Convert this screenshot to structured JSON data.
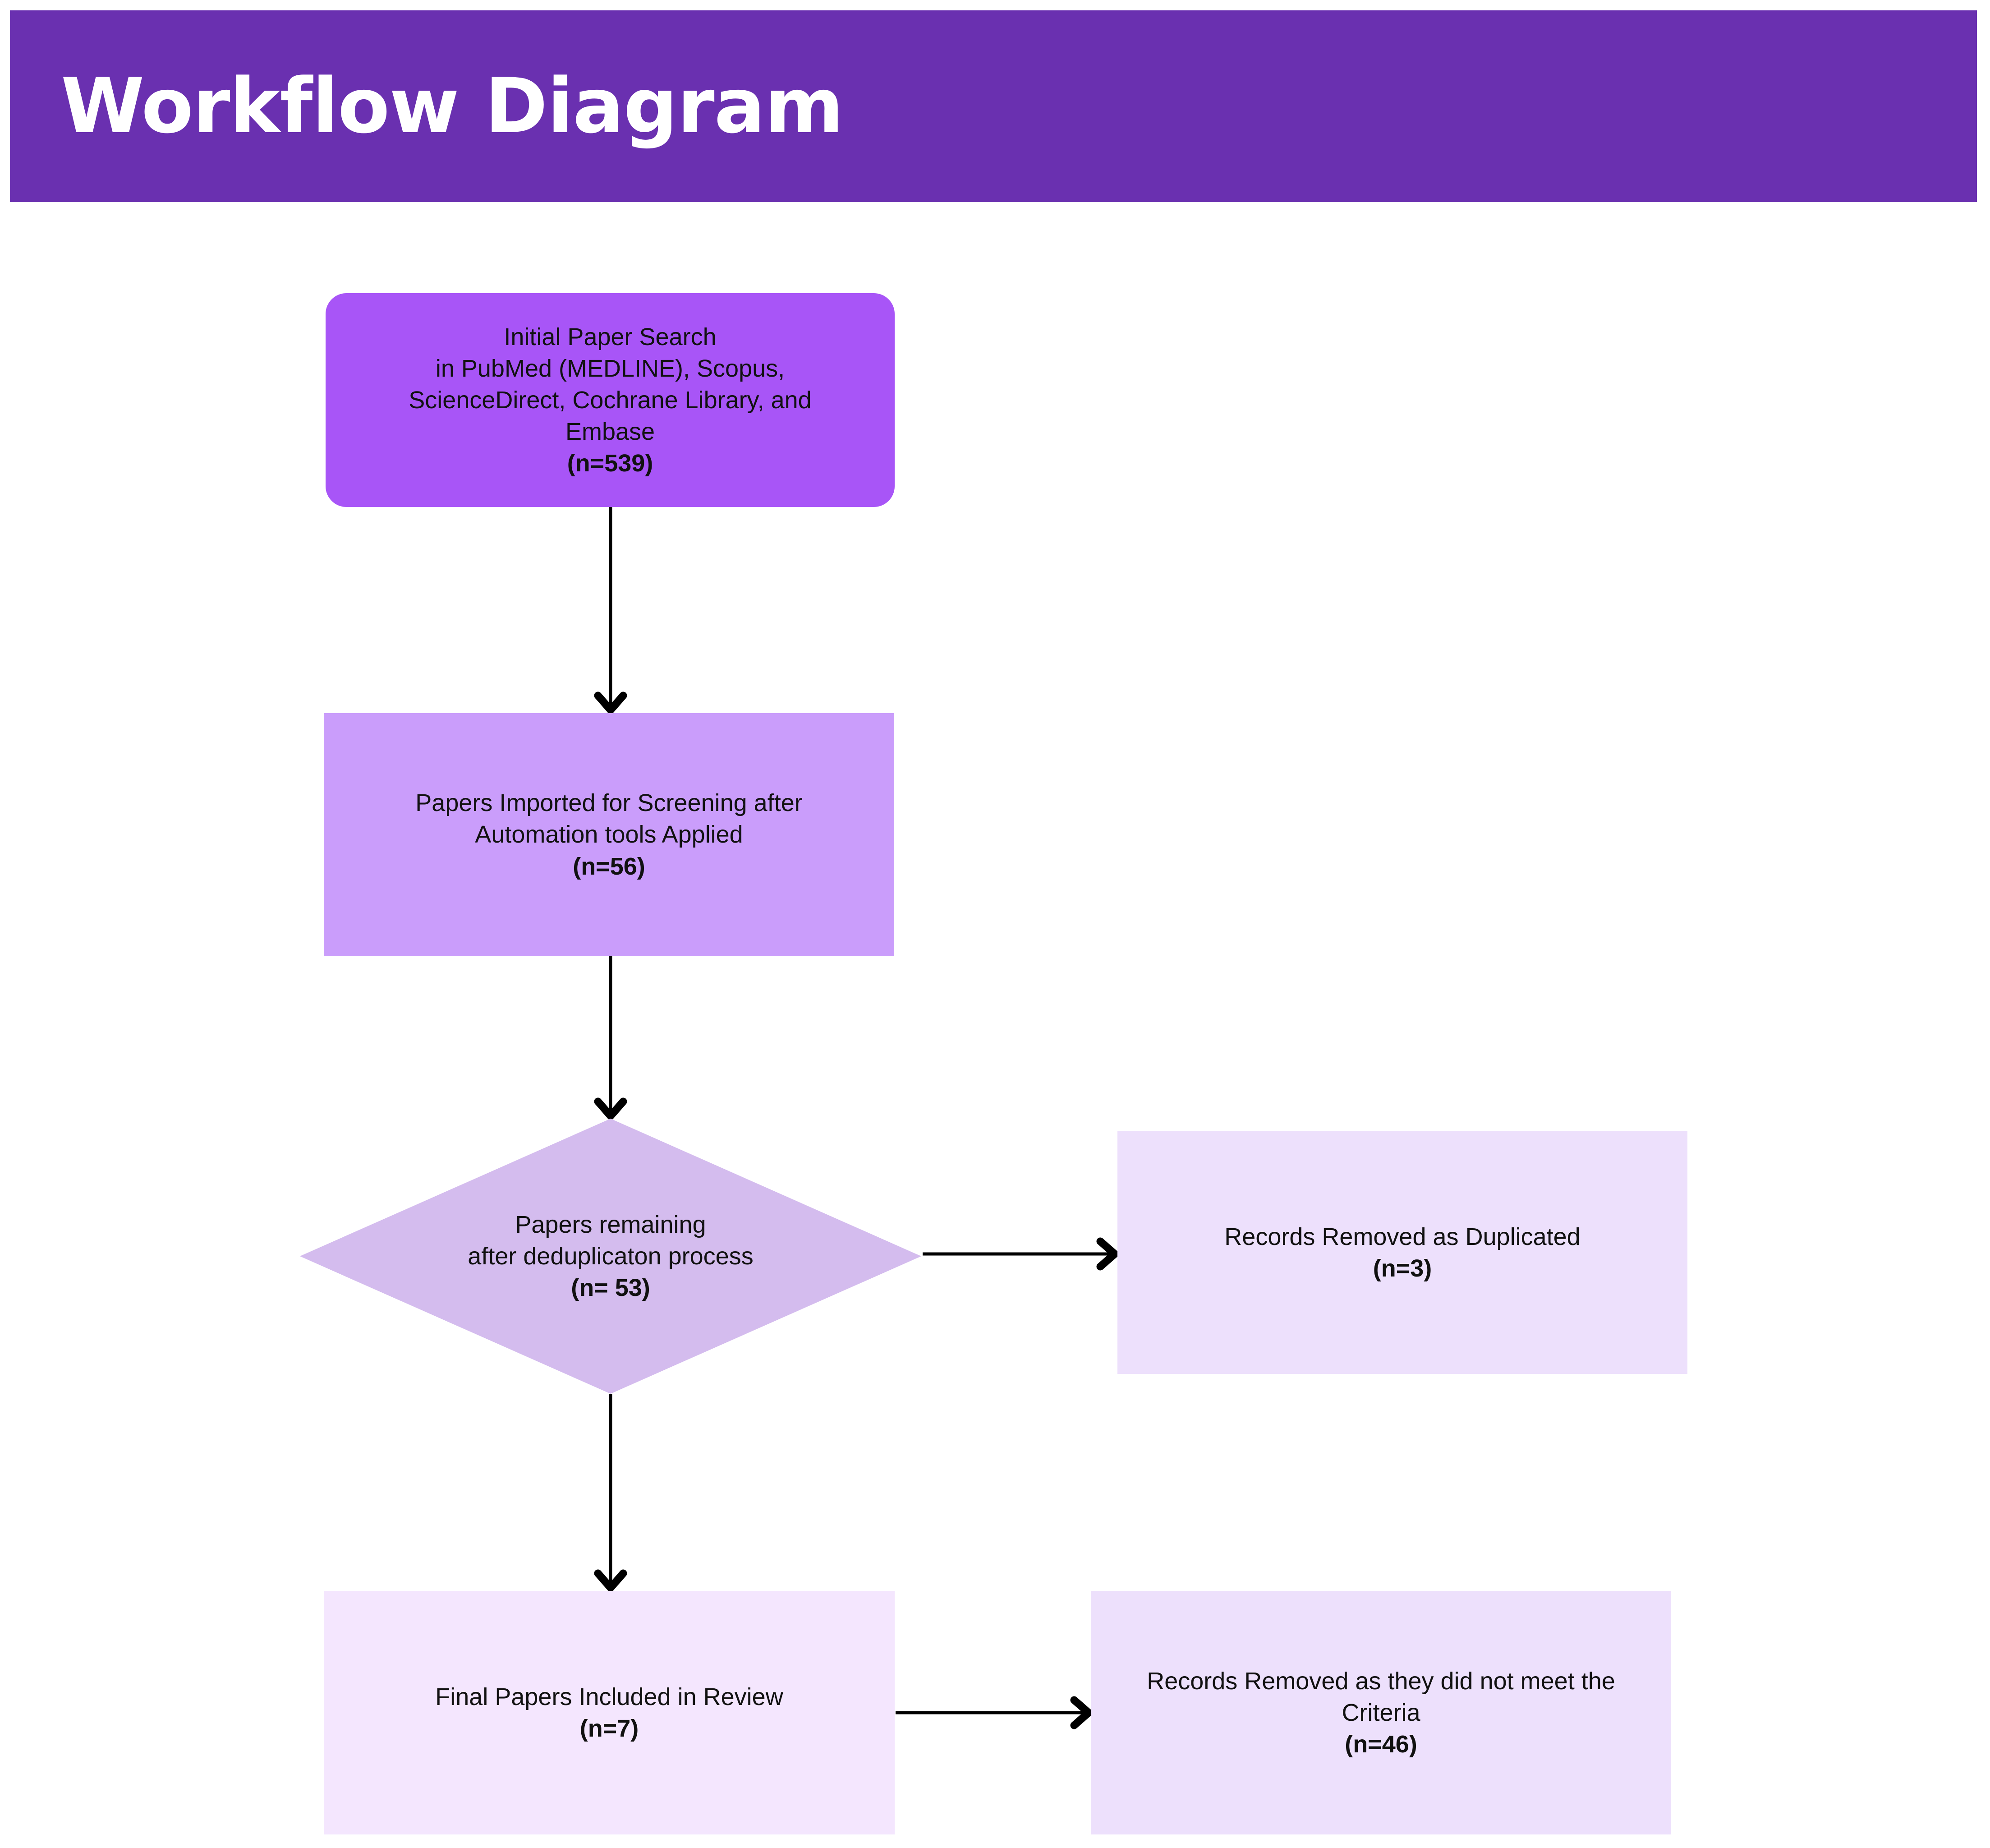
{
  "header": {
    "title": "Workflow Diagram",
    "band_color": "#6A30B0",
    "title_color": "#FFFFFF"
  },
  "diagram": {
    "type": "flowchart",
    "orientation": "top-to-bottom",
    "nodes": [
      {
        "id": "initial-search",
        "shape": "rounded-rectangle",
        "color": "#A855F7",
        "lines": [
          "Initial Paper Search",
          "in PubMed (MEDLINE), Scopus,",
          "ScienceDirect, Cochrane Library, and",
          "Embase"
        ],
        "count": "(n=539)"
      },
      {
        "id": "imported-screening",
        "shape": "rectangle",
        "color": "#CA9DFB",
        "lines": [
          "Papers Imported for Screening after",
          "Automation tools Applied"
        ],
        "count": "(n=56)"
      },
      {
        "id": "dedup-decision",
        "shape": "diamond",
        "color": "#D4BCEE",
        "lines": [
          "Papers remaining",
          "after deduplicaton process"
        ],
        "count": "(n= 53)"
      },
      {
        "id": "removed-duplicated",
        "shape": "rectangle",
        "color": "#EDE0FC",
        "lines": [
          "Records Removed as Duplicated"
        ],
        "count": "(n=3)"
      },
      {
        "id": "final-included",
        "shape": "rectangle",
        "color": "#F4E6FE",
        "lines": [
          "Final Papers Included in Review"
        ],
        "count": "(n=7)"
      },
      {
        "id": "removed-criteria",
        "shape": "rectangle",
        "color": "#EDE0FC",
        "lines": [
          "Records Removed as they did not meet the",
          "Criteria"
        ],
        "count": "(n=46)"
      }
    ],
    "edges": [
      {
        "from": "initial-search",
        "to": "imported-screening",
        "direction": "down",
        "label": ""
      },
      {
        "from": "imported-screening",
        "to": "dedup-decision",
        "direction": "down",
        "label": ""
      },
      {
        "from": "dedup-decision",
        "to": "removed-duplicated",
        "direction": "right",
        "label": ""
      },
      {
        "from": "dedup-decision",
        "to": "final-included",
        "direction": "down",
        "label": ""
      },
      {
        "from": "final-included",
        "to": "removed-criteria",
        "direction": "right",
        "label": ""
      }
    ],
    "edge_color": "#000000"
  }
}
